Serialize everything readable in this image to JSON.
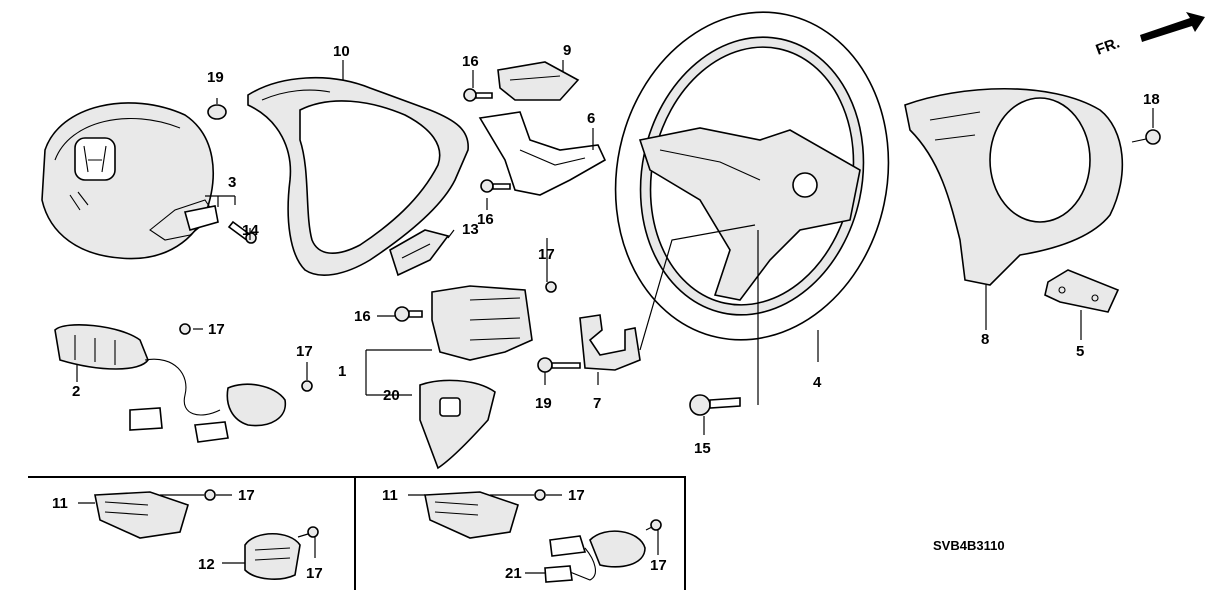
{
  "diagram": {
    "direction_label": "FR.",
    "diagram_code": "SVB4B3110",
    "callouts": [
      {
        "id": "c1",
        "text": "1"
      },
      {
        "id": "c2",
        "text": "2"
      },
      {
        "id": "c3",
        "text": "3"
      },
      {
        "id": "c4",
        "text": "4"
      },
      {
        "id": "c5",
        "text": "5"
      },
      {
        "id": "c6",
        "text": "6"
      },
      {
        "id": "c7",
        "text": "7"
      },
      {
        "id": "c8",
        "text": "8"
      },
      {
        "id": "c9",
        "text": "9"
      },
      {
        "id": "c10",
        "text": "10"
      },
      {
        "id": "c11a",
        "text": "11"
      },
      {
        "id": "c11b",
        "text": "11"
      },
      {
        "id": "c12",
        "text": "12"
      },
      {
        "id": "c13",
        "text": "13"
      },
      {
        "id": "c14",
        "text": "14"
      },
      {
        "id": "c15",
        "text": "15"
      },
      {
        "id": "c16a",
        "text": "16"
      },
      {
        "id": "c16b",
        "text": "16"
      },
      {
        "id": "c16c",
        "text": "16"
      },
      {
        "id": "c17a",
        "text": "17"
      },
      {
        "id": "c17b",
        "text": "17"
      },
      {
        "id": "c17c",
        "text": "17"
      },
      {
        "id": "c17d",
        "text": "17"
      },
      {
        "id": "c17e",
        "text": "17"
      },
      {
        "id": "c17f",
        "text": "17"
      },
      {
        "id": "c17g",
        "text": "17"
      },
      {
        "id": "c18",
        "text": "18"
      },
      {
        "id": "c19a",
        "text": "19"
      },
      {
        "id": "c19b",
        "text": "19"
      },
      {
        "id": "c20",
        "text": "20"
      },
      {
        "id": "c21",
        "text": "21"
      }
    ]
  }
}
